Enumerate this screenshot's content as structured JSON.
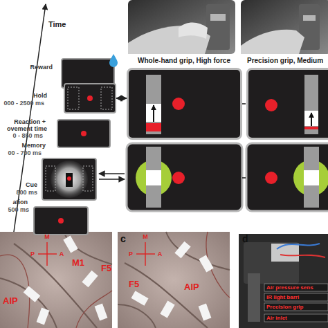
{
  "diagram": {
    "nodes": [
      {
        "text": [
          "Reward"
        ]
      },
      {
        "text": [
          "Hold",
          "000 - 2500 ms"
        ]
      },
      {
        "text": [
          "Memory",
          "00 - 700 ms"
        ]
      },
      {
        "text": [
          "Cue",
          "800 ms"
        ]
      },
      {
        "text": [
          "ation",
          "500 ms"
        ]
      },
      {
        "text": [
          "Whole-hand grip, High force"
        ]
      },
      {
        "text": [
          "Precision grip, Medium"
        ]
      }
    ],
    "edges": [
      {
        "from": 1,
        "to": 5,
        "arrow": "both"
      }
    ],
    "labels": [
      "Time",
      "Reaction +",
      "ovement time",
      "0 - 850 ms",
      "M",
      "P",
      "A",
      "M1",
      "F5",
      "AIP",
      "c",
      "M",
      "P",
      "A",
      "F5",
      "AIP",
      "d",
      "Air pressure sens",
      "IR light barri",
      "Precision grip",
      "Air inlet"
    ]
  }
}
